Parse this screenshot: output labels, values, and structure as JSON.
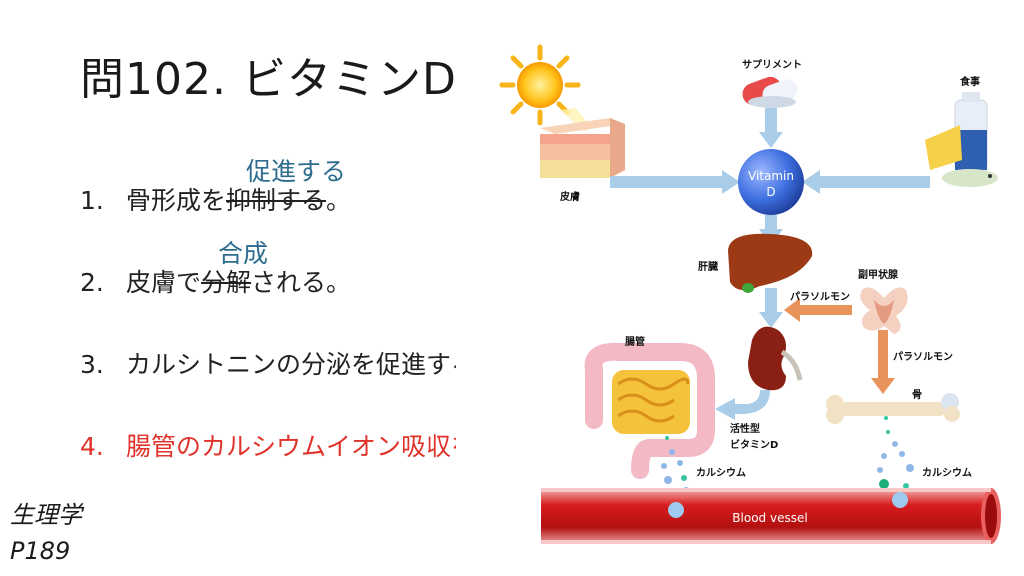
{
  "title": "問102. ビタミンD",
  "items": [
    {
      "num": "1.",
      "pre": "骨形成を",
      "struck": "抑制する",
      "post": "。",
      "correction": "促進する"
    },
    {
      "num": "2.",
      "pre": "皮膚で",
      "struck": "分解",
      "post": "される。",
      "correction": "合成"
    },
    {
      "num": "3.",
      "text": "カルシトニンの分泌を促進する。"
    },
    {
      "num": "4.",
      "text": "腸管のカルシウムイオン吸収を促進する。"
    }
  ],
  "reference": {
    "line1": "生理学",
    "line2": "P189"
  },
  "diagram": {
    "labels": {
      "supplement": "サプリメント",
      "food": "食事",
      "skin": "皮膚",
      "vitamin_line1": "Vitamin",
      "vitamin_line2": "D",
      "liver": "肝臓",
      "parathyroid": "副甲状腺",
      "pth_to_kidney": "パラソルモン",
      "pth_to_bone": "パラソルモン",
      "intestine": "腸管",
      "bone": "骨",
      "active_line1": "活性型",
      "active_line2": "ビタミンD",
      "calcium_left": "カルシウム",
      "calcium_right": "カルシウム",
      "blood_vessel": "Blood vessel"
    },
    "colors": {
      "arrow_blue": "#a9cde8",
      "arrow_orange": "#e8935a",
      "vitamin": "#3e6fe0",
      "vessel": "#d81e1e"
    }
  }
}
